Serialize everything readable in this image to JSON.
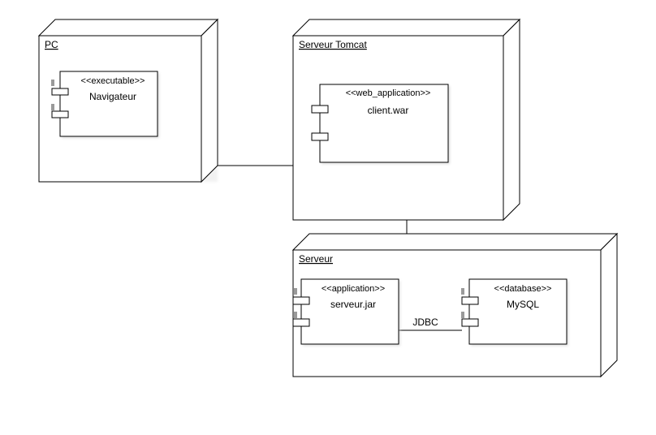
{
  "nodes": {
    "pc": {
      "name": "PC"
    },
    "tomcat": {
      "name": "Serveur Tomcat"
    },
    "serveur": {
      "name": "Serveur"
    }
  },
  "components": {
    "navigateur": {
      "stereotype": "<<executable>>",
      "name": "Navigateur"
    },
    "client": {
      "stereotype": "<<web_application>>",
      "name": "client.war"
    },
    "serveur_jar": {
      "stereotype": "<<application>>",
      "name": "serveur.jar"
    },
    "mysql": {
      "stereotype": "<<database>>",
      "name": "MySQL"
    }
  },
  "connections": {
    "jdbc": {
      "label": "JDBC"
    }
  },
  "colors": {
    "stroke": "#000000",
    "background": "#ffffff",
    "shadow": "#b0b0b0"
  }
}
